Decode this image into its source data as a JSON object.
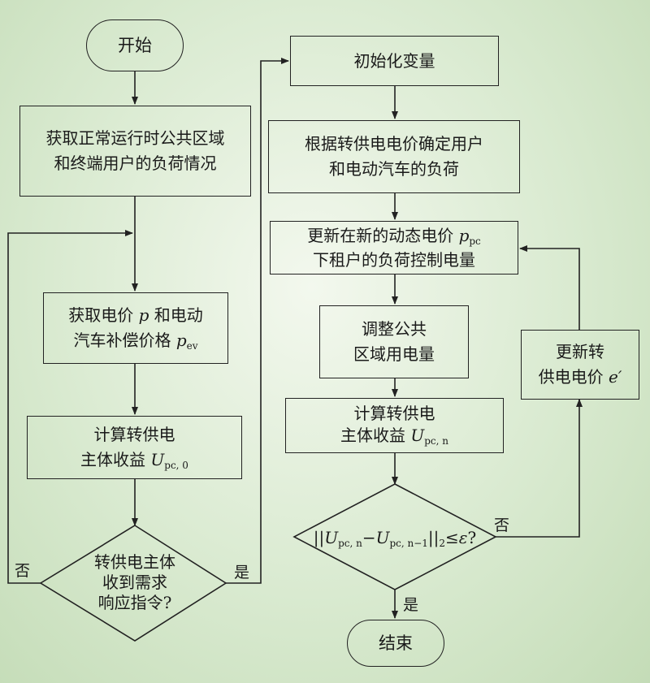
{
  "left": {
    "start": "开始",
    "get_load": [
      "获取正常运行时公共区域",
      "和终端用户的负荷情况"
    ],
    "get_price": {
      "line1_a": "获取电价 ",
      "line1_var": "p",
      "line1_b": " 和电动",
      "line2_a": "汽车补偿价格 ",
      "line2_var": "p",
      "line2_sub": "ev"
    },
    "calc_profit0": {
      "line1": "计算转供电",
      "line2_a": "主体收益 ",
      "line2_var": "U",
      "line2_sub": "pc, 0"
    },
    "decision": [
      "转供电主体",
      "收到需求",
      "响应指令?"
    ],
    "no_label": "否",
    "yes_label": "是"
  },
  "right": {
    "init": "初始化变量",
    "determine_load": [
      "根据转供电电价确定用户",
      "和电动汽车的负荷"
    ],
    "update_control": {
      "line1_a": "更新在新的动态电价 ",
      "line1_var": "p",
      "line1_sub": "pc",
      "line2": "下租户的负荷控制电量"
    },
    "adjust": [
      "调整公共",
      "区域用电量"
    ],
    "calc_profit_n": {
      "line1": "计算转供电",
      "line2_a": "主体收益 ",
      "line2_var": "U",
      "line2_sub": "pc, n"
    },
    "condition": {
      "a": "||",
      "u1": "U",
      "s1": "pc, n",
      "minus": "−",
      "u2": "U",
      "s2": "pc, n−1",
      "b": "||",
      "s3": "2",
      "c": "≤",
      "eps": "ε",
      "q": "?"
    },
    "update_price": {
      "line1": "更新转",
      "line2_a": "供电电价 ",
      "line2_var": "e′"
    },
    "no_label": "否",
    "yes_label": "是",
    "end": "结束"
  }
}
